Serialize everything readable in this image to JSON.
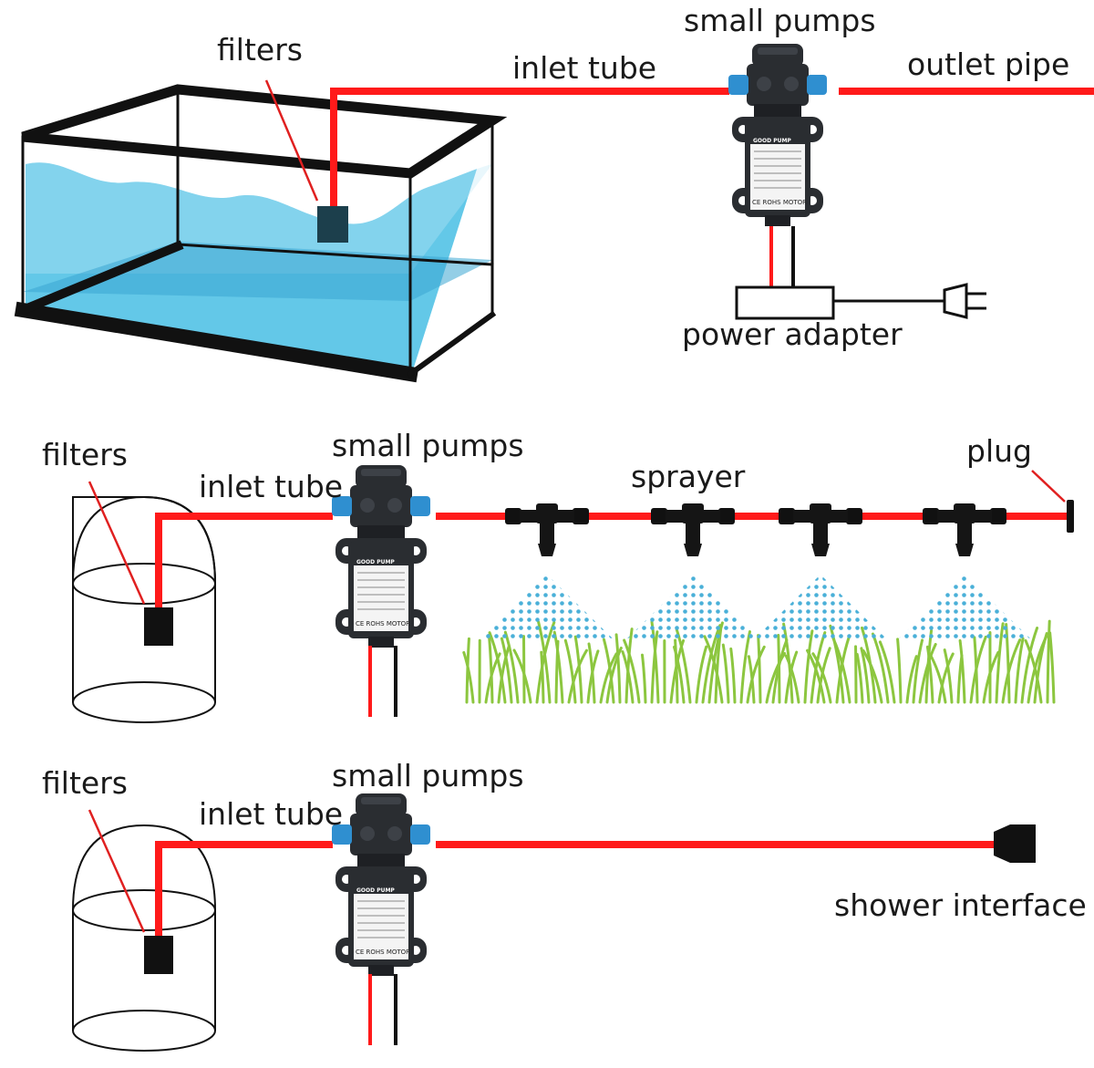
{
  "colors": {
    "tube": "#ff1a1a",
    "pointer": "#e02020",
    "water": "#63c8e8",
    "water_light": "#bfe9f6",
    "pump_body": "#2a2d31",
    "pump_fitting": "#2f8fd0",
    "spray": "#4ab0d8",
    "grass": "#8cc63f"
  },
  "scene1": {
    "filters": "filters",
    "inlet_tube": "inlet tube",
    "small_pumps": "small pumps",
    "outlet_pipe": "outlet pipe",
    "power_adapter": "power adapter"
  },
  "scene2": {
    "filters": "filters",
    "inlet_tube": "inlet tube",
    "small_pumps": "small pumps",
    "sprayer": "sprayer",
    "plug": "plug"
  },
  "scene3": {
    "filters": "filters",
    "inlet_tube": "inlet tube",
    "small_pumps": "small pumps",
    "shower_interface": "shower interface"
  },
  "pump_plate": {
    "brand": "GOOD PUMP",
    "footer": "CE ROHS MOTOR"
  }
}
